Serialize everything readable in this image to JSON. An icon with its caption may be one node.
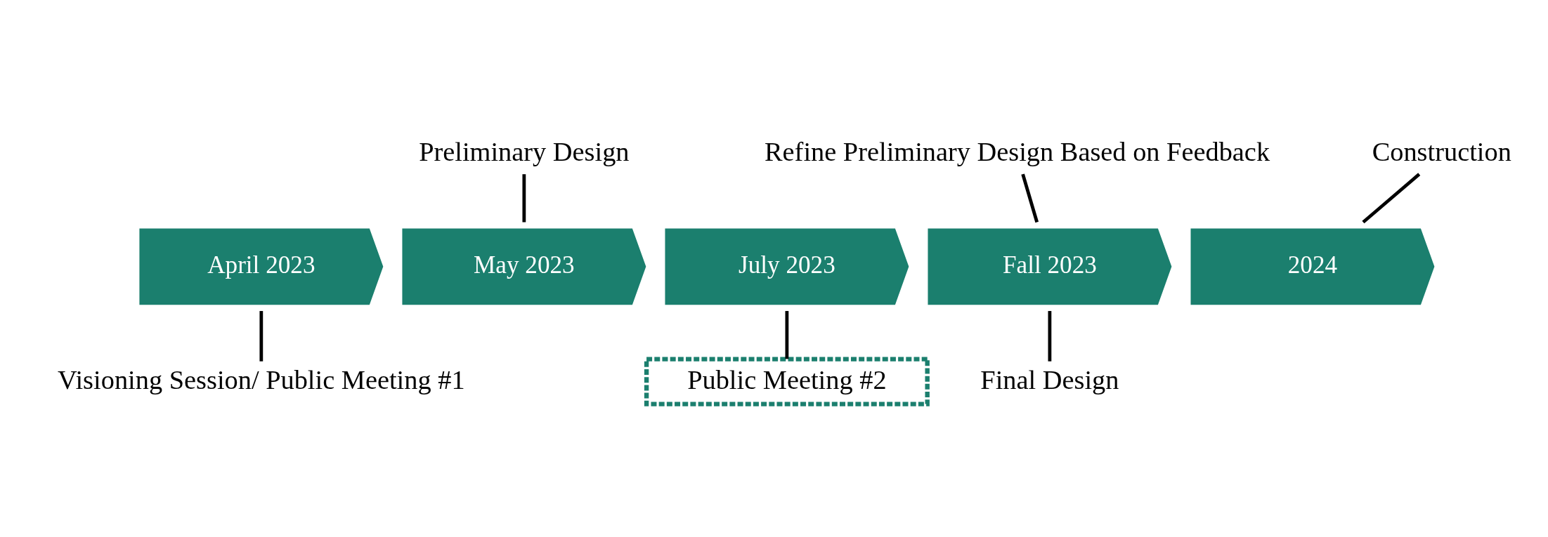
{
  "diagram": {
    "nodes": [
      {
        "text": [
          "April 2023"
        ]
      },
      {
        "text": [
          "May 2023"
        ]
      },
      {
        "text": [
          "July 2023"
        ]
      },
      {
        "text": [
          "Fall 2023"
        ]
      },
      {
        "text": [
          "2024"
        ]
      },
      {
        "text": [
          "Visioning Session/ Public Meeting #1"
        ]
      },
      {
        "text": [
          "Preliminary Design"
        ]
      },
      {
        "text": [
          "Public Meeting #2"
        ]
      },
      {
        "text": [
          "Refine Preliminary Design Based on Feedback"
        ]
      },
      {
        "text": [
          "Final Design"
        ]
      },
      {
        "text": [
          "Construction"
        ]
      }
    ],
    "edges": [
      {
        "from": 0,
        "to": 5,
        "arrow": "none"
      },
      {
        "from": 6,
        "to": 1,
        "arrow": "none"
      },
      {
        "from": 2,
        "to": 7,
        "arrow": "none"
      },
      {
        "from": 8,
        "to": 3,
        "arrow": "none"
      },
      {
        "from": 3,
        "to": 9,
        "arrow": "none"
      },
      {
        "from": 10,
        "to": 4,
        "arrow": "none"
      }
    ]
  }
}
